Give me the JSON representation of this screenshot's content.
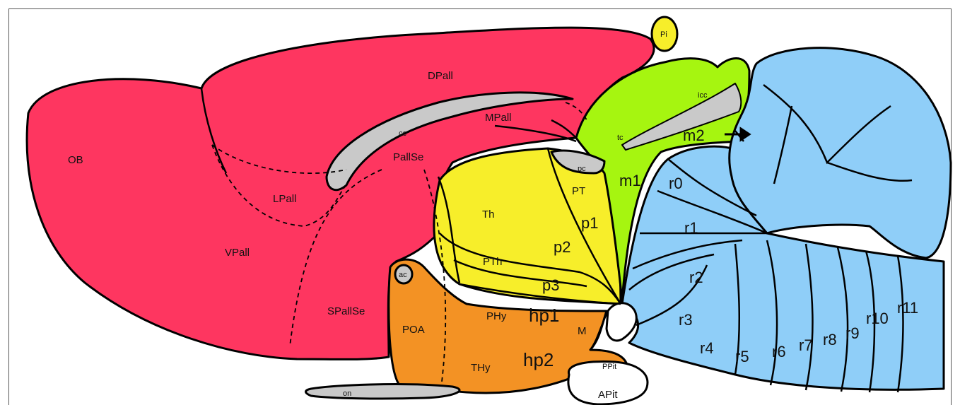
{
  "colors": {
    "pallium": "#fe3660",
    "diencephalon": "#f7ee2a",
    "hypothalamus": "#f39224",
    "midbrain": "#a6f510",
    "hindbrain": "#8fcef8",
    "tract": "#c9c9c9",
    "outline": "#000000"
  },
  "labels": {
    "OB": "OB",
    "DPall": "DPall",
    "MPall": "MPall",
    "LPall": "LPall",
    "VPall": "VPall",
    "SPallSe": "SPallSe",
    "PallSe": "PallSe",
    "cc": "cc",
    "ac": "ac",
    "on": "on",
    "POA": "POA",
    "PHy": "PHy",
    "THy": "THy",
    "M": "M",
    "PPit": "PPit",
    "APit": "APit",
    "Pi": "Pi",
    "pc": "pc",
    "tc": "tc",
    "icc": "icc",
    "Th": "Th",
    "PTh": "PTh",
    "PT": "PT",
    "p1": "p1",
    "p2": "p2",
    "p3": "p3",
    "hp1": "hp1",
    "hp2": "hp2",
    "m1": "m1",
    "m2": "m2",
    "r0": "r0",
    "r1": "r1",
    "r2": "r2",
    "r3": "r3",
    "r4": "r4",
    "r5": "r5",
    "r6": "r6",
    "r7": "r7",
    "r8": "r8",
    "r9": "r9",
    "r10": "r10",
    "r11": "r11"
  }
}
